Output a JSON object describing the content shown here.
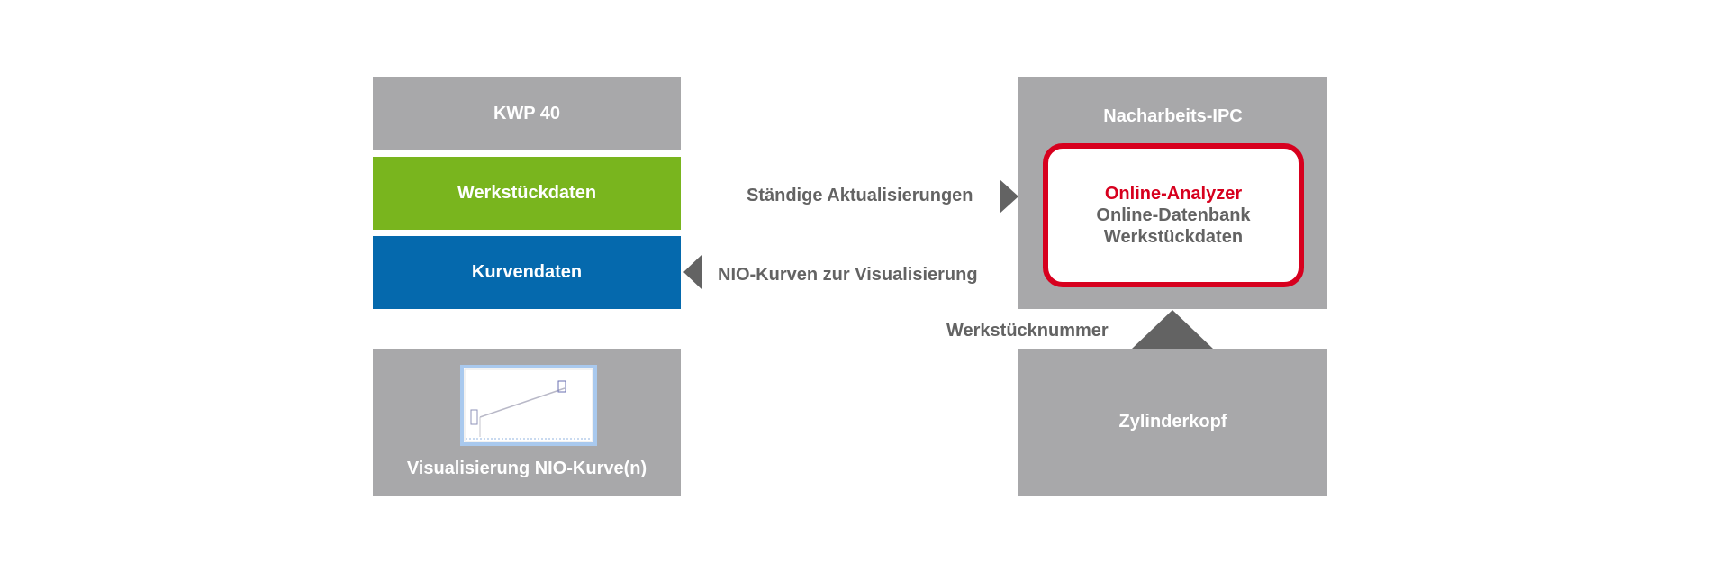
{
  "left": {
    "kwp": "KWP 40",
    "werkstueckdaten": "Werkstückdaten",
    "kurvendaten": "Kurvendaten",
    "visualisierung": "Visualisierung NIO-Kurve(n)"
  },
  "arrows": {
    "staendige": "Ständige Aktualisierungen",
    "nio_kurven": "NIO-Kurven zur Visualisierung",
    "werkstuecknummer": "Werkstücknummer"
  },
  "right": {
    "nacharbeits": "Nacharbeits-IPC",
    "online_analyzer": "Online-Analyzer",
    "online_datenbank": "Online-Datenbank",
    "werkstueckdaten": "Werkstückdaten",
    "zylinderkopf": "Zylinderkopf"
  },
  "colors": {
    "gray": "#a8a8aa",
    "green": "#79b51e",
    "blue": "#0569ad",
    "red": "#d7001e",
    "text_gray": "#636363"
  }
}
